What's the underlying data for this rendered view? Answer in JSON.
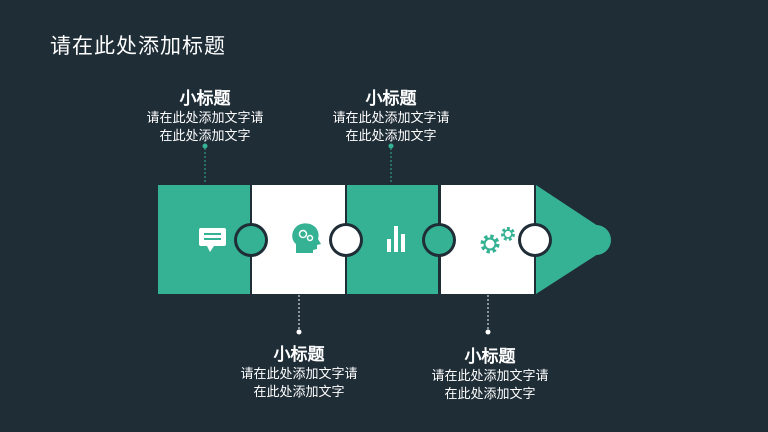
{
  "slide": {
    "title": "请在此处添加标题",
    "colors": {
      "background": "#1f2d37",
      "accent": "#35b294",
      "light": "#ffffff",
      "connector": "#35b294"
    },
    "steps": [
      {
        "heading": "小标题",
        "text_line1": "请在此处添加文字请",
        "text_line2": "在此处添加文字",
        "icon": "speech-bubble-icon",
        "position": "top"
      },
      {
        "heading": "小标题",
        "text_line1": "请在此处添加文字请",
        "text_line2": "在此处添加文字",
        "icon": "head-gears-icon",
        "position": "bottom"
      },
      {
        "heading": "小标题",
        "text_line1": "请在此处添加文字请",
        "text_line2": "在此处添加文字",
        "icon": "bar-chart-icon",
        "position": "top"
      },
      {
        "heading": "小标题",
        "text_line1": "请在此处添加文字请",
        "text_line2": "在此处添加文字",
        "icon": "gears-icon",
        "position": "bottom"
      }
    ]
  }
}
